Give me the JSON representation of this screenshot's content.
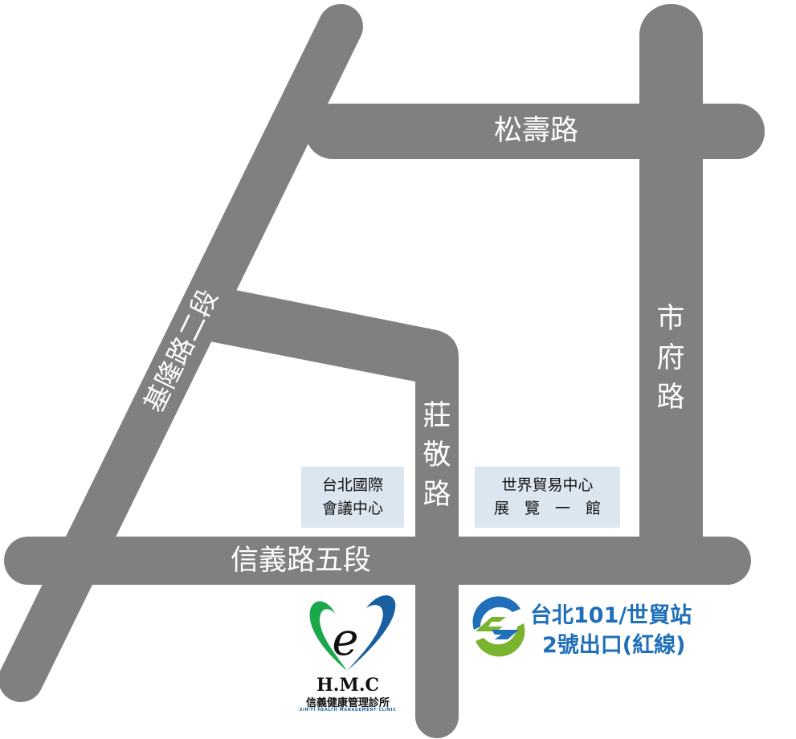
{
  "roads": {
    "songshou": "松壽路",
    "shifu": [
      "市",
      "府",
      "路"
    ],
    "zhuangjing": [
      "莊",
      "敬",
      "路"
    ],
    "keelung": "基隆路二段",
    "xinyi": "信義路五段"
  },
  "landmarks": {
    "ticc": [
      "台北國際",
      "會議中心"
    ],
    "twtc": [
      "世界貿易中心",
      "展　覽　一　館"
    ]
  },
  "mrt": {
    "line1": "台北101/世貿站",
    "line2": "2號出口(紅線)"
  },
  "clinic": {
    "abbr": "H.M.C",
    "name": "信義健康管理診所",
    "english": "XIN-YI HEALTH MANAGEMENT CLINIC"
  },
  "colors": {
    "road": "#808080",
    "poi_bg": "#dce6f1",
    "mrt_blue": "#1f6fb9",
    "mrt_green": "#7ab32e",
    "clinic_green": "#1aa84a",
    "clinic_blue": "#1a5fa0"
  }
}
